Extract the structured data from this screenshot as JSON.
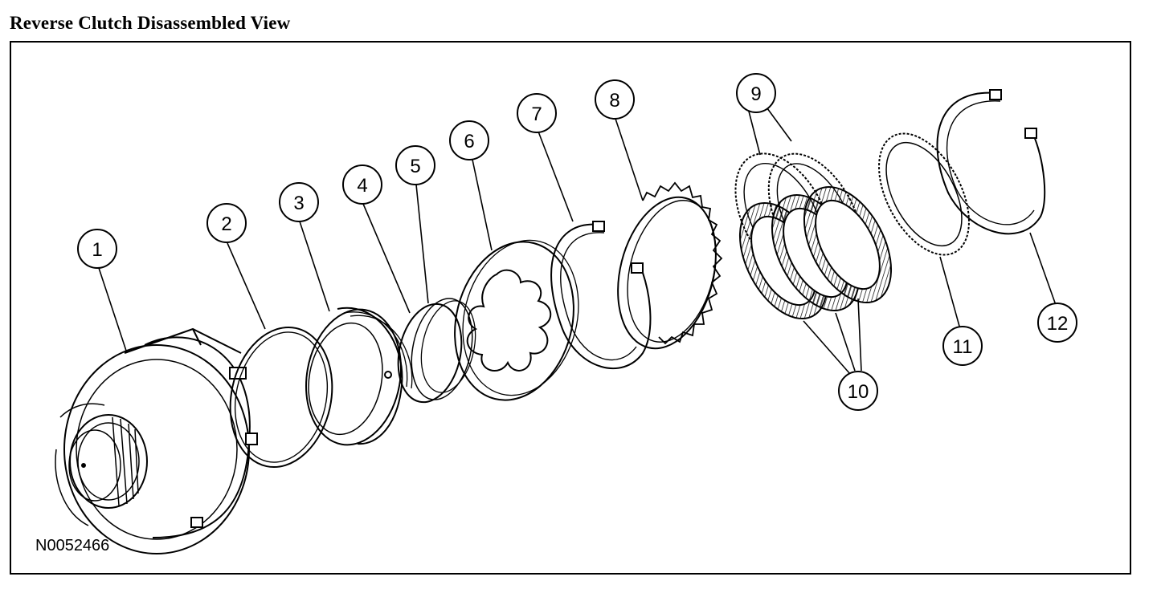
{
  "title": "Reverse Clutch Disassembled View",
  "reference_code": "N0052466",
  "callouts": [
    {
      "label": "1"
    },
    {
      "label": "2"
    },
    {
      "label": "3"
    },
    {
      "label": "4"
    },
    {
      "label": "5"
    },
    {
      "label": "6"
    },
    {
      "label": "7"
    },
    {
      "label": "8"
    },
    {
      "label": "9"
    },
    {
      "label": "10"
    },
    {
      "label": "11"
    },
    {
      "label": "12"
    }
  ]
}
